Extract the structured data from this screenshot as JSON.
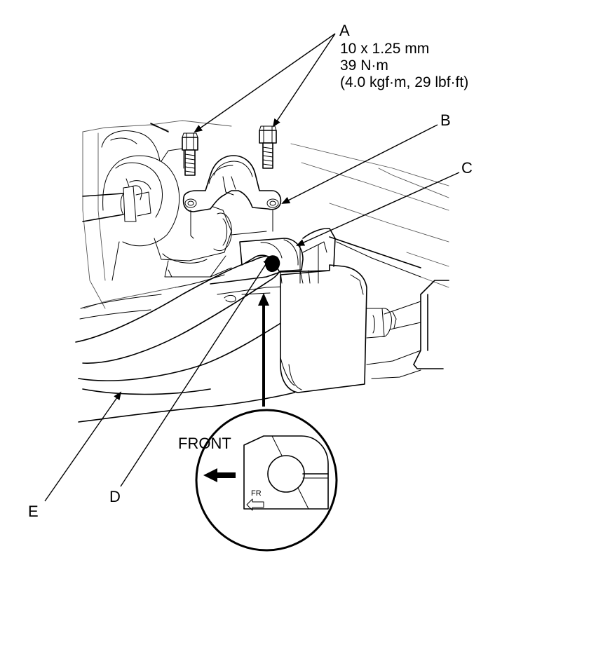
{
  "callouts": {
    "a": "A",
    "b": "B",
    "c": "C",
    "d": "D",
    "e": "E"
  },
  "bolt_spec": {
    "size": "10 x 1.25 mm",
    "torque_nm": "39 N·m",
    "torque_alt": "(4.0 kgf·m, 29 lbf·ft)"
  },
  "inset": {
    "direction_label": "FRONT",
    "mark_label": "FR"
  },
  "colors": {
    "line": "#000000",
    "background": "#ffffff"
  }
}
